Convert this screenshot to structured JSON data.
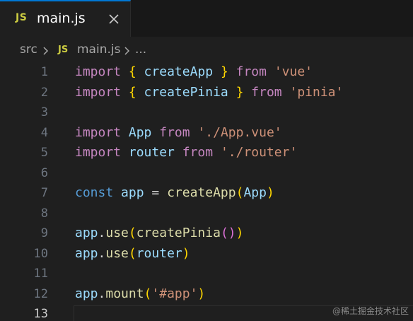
{
  "tab": {
    "icon_text": "JS",
    "label": "main.js",
    "close_icon": "close-icon",
    "accent_color": "#0078d4"
  },
  "breadcrumb": {
    "folder": "src",
    "js_icon_text": "JS",
    "file": "main.js",
    "ellipsis": "..."
  },
  "editor": {
    "line_numbers": [
      "1",
      "2",
      "3",
      "4",
      "5",
      "6",
      "7",
      "8",
      "9",
      "10",
      "11",
      "12",
      "13"
    ],
    "active_line": 13,
    "lines": [
      [
        {
          "t": "import",
          "c": "kw"
        },
        {
          "t": " ",
          "c": ""
        },
        {
          "t": "{",
          "c": "br1"
        },
        {
          "t": " createApp ",
          "c": "var"
        },
        {
          "t": "}",
          "c": "br1"
        },
        {
          "t": " ",
          "c": ""
        },
        {
          "t": "from",
          "c": "kw"
        },
        {
          "t": " ",
          "c": ""
        },
        {
          "t": "'vue'",
          "c": "str"
        }
      ],
      [
        {
          "t": "import",
          "c": "kw"
        },
        {
          "t": " ",
          "c": ""
        },
        {
          "t": "{",
          "c": "br1"
        },
        {
          "t": " createPinia ",
          "c": "var"
        },
        {
          "t": "}",
          "c": "br1"
        },
        {
          "t": " ",
          "c": ""
        },
        {
          "t": "from",
          "c": "kw"
        },
        {
          "t": " ",
          "c": ""
        },
        {
          "t": "'pinia'",
          "c": "str"
        }
      ],
      [],
      [
        {
          "t": "import",
          "c": "kw"
        },
        {
          "t": " ",
          "c": ""
        },
        {
          "t": "App",
          "c": "var"
        },
        {
          "t": " ",
          "c": ""
        },
        {
          "t": "from",
          "c": "kw"
        },
        {
          "t": " ",
          "c": ""
        },
        {
          "t": "'./App.vue'",
          "c": "str"
        }
      ],
      [
        {
          "t": "import",
          "c": "kw"
        },
        {
          "t": " ",
          "c": ""
        },
        {
          "t": "router",
          "c": "var"
        },
        {
          "t": " ",
          "c": ""
        },
        {
          "t": "from",
          "c": "kw"
        },
        {
          "t": " ",
          "c": ""
        },
        {
          "t": "'./router'",
          "c": "str"
        }
      ],
      [],
      [
        {
          "t": "const",
          "c": "kw-blue"
        },
        {
          "t": " ",
          "c": ""
        },
        {
          "t": "app",
          "c": "var"
        },
        {
          "t": " = ",
          "c": "op"
        },
        {
          "t": "createApp",
          "c": "fn"
        },
        {
          "t": "(",
          "c": "br1"
        },
        {
          "t": "App",
          "c": "var"
        },
        {
          "t": ")",
          "c": "br1"
        }
      ],
      [],
      [
        {
          "t": "app",
          "c": "var"
        },
        {
          "t": ".",
          "c": "op"
        },
        {
          "t": "use",
          "c": "fn"
        },
        {
          "t": "(",
          "c": "br1"
        },
        {
          "t": "createPinia",
          "c": "fn"
        },
        {
          "t": "(",
          "c": "br2"
        },
        {
          "t": ")",
          "c": "br2"
        },
        {
          "t": ")",
          "c": "br1"
        }
      ],
      [
        {
          "t": "app",
          "c": "var"
        },
        {
          "t": ".",
          "c": "op"
        },
        {
          "t": "use",
          "c": "fn"
        },
        {
          "t": "(",
          "c": "br1"
        },
        {
          "t": "router",
          "c": "var"
        },
        {
          "t": ")",
          "c": "br1"
        }
      ],
      [],
      [
        {
          "t": "app",
          "c": "var"
        },
        {
          "t": ".",
          "c": "op"
        },
        {
          "t": "mount",
          "c": "fn"
        },
        {
          "t": "(",
          "c": "br1"
        },
        {
          "t": "'#app'",
          "c": "str"
        },
        {
          "t": ")",
          "c": "br1"
        }
      ],
      []
    ]
  },
  "watermark": "@稀土掘金技术社区"
}
